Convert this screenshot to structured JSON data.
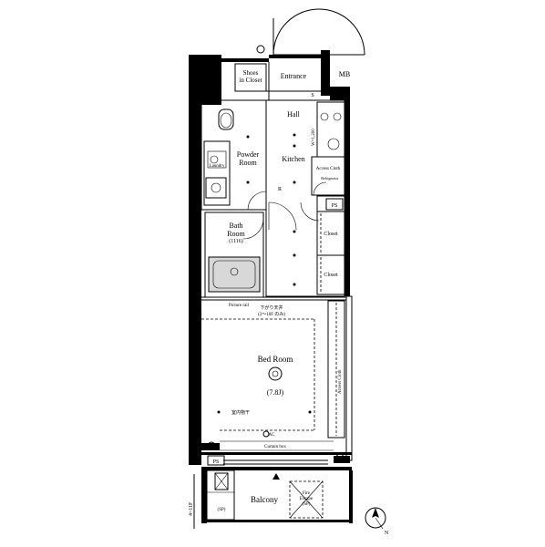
{
  "rooms": {
    "shoes_closet": "Shoes in Closet",
    "entrance": "Entrance",
    "mb": "MB",
    "hall": "Hall",
    "powder_room": "Powder Room",
    "kitchen": "Kitchen",
    "laundry": "Laundry",
    "access_cloth": "Access Cloth",
    "refrigerator": "Refrigerator",
    "bath_room": "Bath Room",
    "bath_size": "(1116)",
    "closet_1": "Closet",
    "closet_2": "Closet",
    "ps_upper": "PS",
    "ps_lower": "PS",
    "bed_room": "Bed Room",
    "bed_size": "(7.8J)",
    "balcony": "Balcony",
    "fire_escape": "Fire Escape (SP)"
  },
  "annotations": {
    "w1200": "W=1,200",
    "picture_rail": "Picture rail",
    "ceiling_jp": "下がり天井",
    "ceiling_range": "(2～10F のみ)",
    "access_cloth_vertical": "Access Cloth",
    "drying_rail": "室内物干",
    "ac": "AC",
    "curtain_box": "Curtain box",
    "floors": "4~11F",
    "outdoor_unit": "(SP)",
    "s_mark": "S",
    "r_mark": "R",
    "north": "N"
  }
}
